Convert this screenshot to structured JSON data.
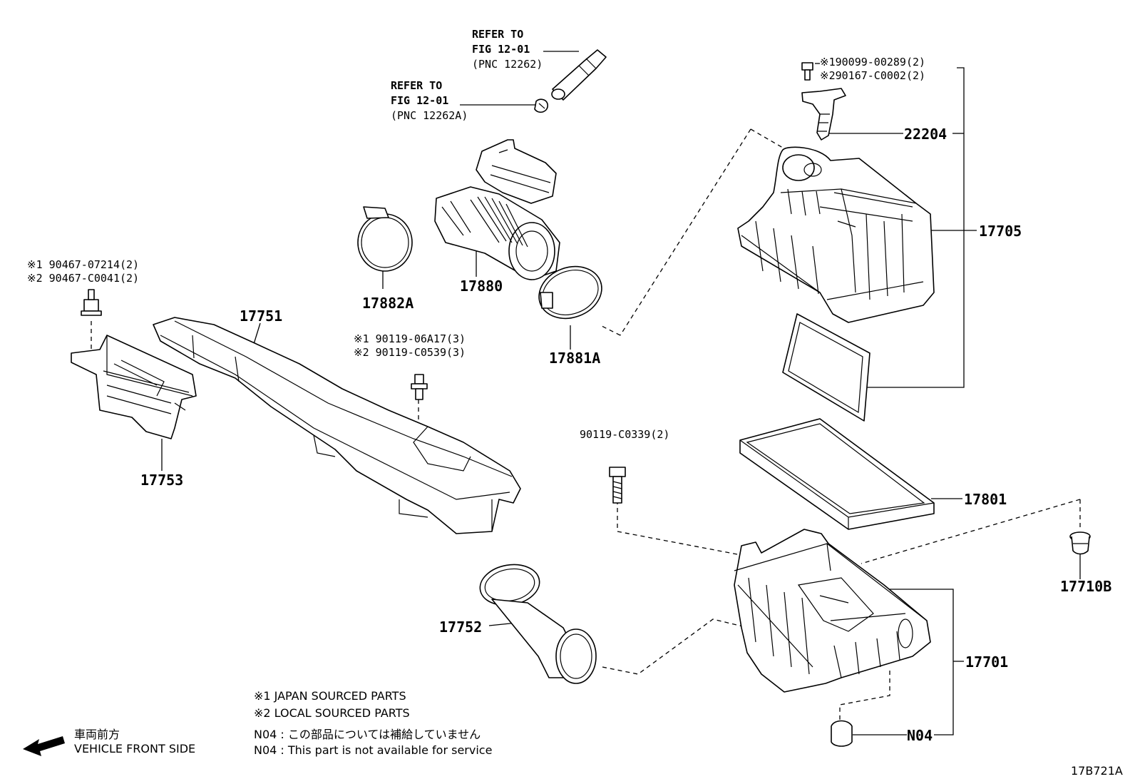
{
  "parts": {
    "p17705": "17705",
    "p22204": "22204",
    "p17880": "17880",
    "p17882A": "17882A",
    "p17881A": "17881A",
    "p17751": "17751",
    "p17753": "17753",
    "p17752": "17752",
    "p17801": "17801",
    "p17701": "17701",
    "p17710B": "17710B",
    "pN04": "N04"
  },
  "refs": {
    "ref1": {
      "line1": "REFER TO",
      "line2": "FIG 12-01",
      "pnc": "(PNC 12262)"
    },
    "ref2": {
      "line1": "REFER TO",
      "line2": "FIG 12-01",
      "pnc": "(PNC 12262A)"
    }
  },
  "part_codes": {
    "top_right_1": "※190099-00289(2)",
    "top_right_2": "※290167-C0002(2)",
    "left_1": "※1 90467-07214(2)",
    "left_2": "※2 90467-C0041(2)",
    "mid_1": "※1 90119-06A17(3)",
    "mid_2": "※2 90119-C0539(3)",
    "bolt_single": "90119-C0339(2)"
  },
  "notes": {
    "japan_sourced": "※1 JAPAN SOURCED PARTS",
    "local_sourced": "※2 LOCAL SOURCED PARTS",
    "n04_jp": "N04 : この部品については補給していません",
    "n04_en": "N04 : This part is not available for service"
  },
  "direction": {
    "jp": "車両前方",
    "en": "VEHICLE FRONT SIDE"
  },
  "figure_code": "17B721A"
}
